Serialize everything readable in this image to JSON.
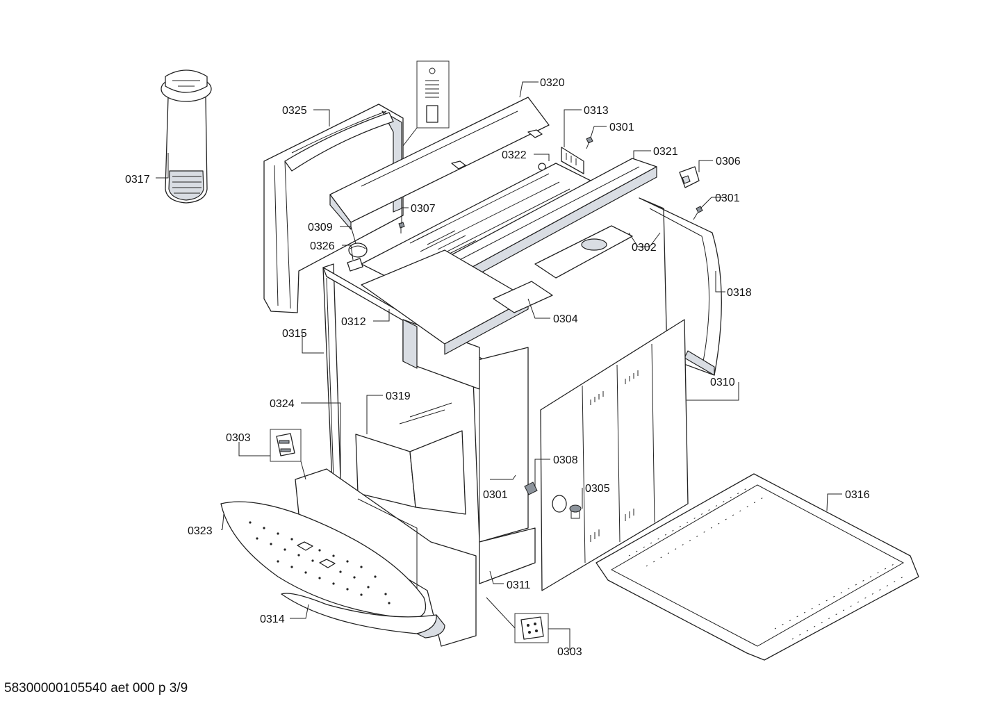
{
  "diagram": {
    "callouts": [
      {
        "id": "c0317",
        "text": "0317"
      },
      {
        "id": "c0325",
        "text": "0325"
      },
      {
        "id": "c0320",
        "text": "0320"
      },
      {
        "id": "c0313",
        "text": "0313"
      },
      {
        "id": "c0301a",
        "text": "0301"
      },
      {
        "id": "c0322",
        "text": "0322"
      },
      {
        "id": "c0321",
        "text": "0321"
      },
      {
        "id": "c0306",
        "text": "0306"
      },
      {
        "id": "c0307",
        "text": "0307"
      },
      {
        "id": "c0301b",
        "text": "0301"
      },
      {
        "id": "c0309",
        "text": "0309"
      },
      {
        "id": "c0326",
        "text": "0326"
      },
      {
        "id": "c0302",
        "text": "0302"
      },
      {
        "id": "c0318",
        "text": "0318"
      },
      {
        "id": "c0312",
        "text": "0312"
      },
      {
        "id": "c0304",
        "text": "0304"
      },
      {
        "id": "c0315",
        "text": "0315"
      },
      {
        "id": "c0310",
        "text": "0310"
      },
      {
        "id": "c0319",
        "text": "0319"
      },
      {
        "id": "c0324",
        "text": "0324"
      },
      {
        "id": "c0303a",
        "text": "0303"
      },
      {
        "id": "c0308",
        "text": "0308"
      },
      {
        "id": "c0301c",
        "text": "0301"
      },
      {
        "id": "c0305",
        "text": "0305"
      },
      {
        "id": "c0316",
        "text": "0316"
      },
      {
        "id": "c0323",
        "text": "0323"
      },
      {
        "id": "c0311",
        "text": "0311"
      },
      {
        "id": "c0314",
        "text": "0314"
      },
      {
        "id": "c0303b",
        "text": "0303"
      }
    ]
  },
  "footer": {
    "text": "58300000105540 aet 000 p 3/9"
  }
}
